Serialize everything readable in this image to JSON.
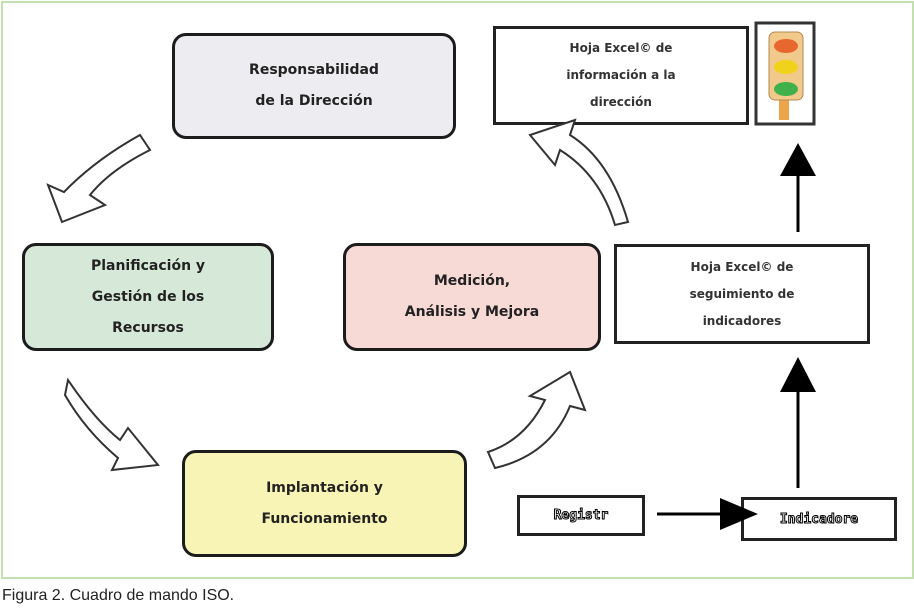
{
  "diagram": {
    "responsabilidad": [
      "Responsabilidad",
      "de la Dirección"
    ],
    "planificacion": [
      "Planificación y",
      "Gestión de los",
      "Recursos"
    ],
    "medicion": [
      "Medición,",
      "Análisis y Mejora"
    ],
    "implantacion": [
      "Implantación y",
      "Funcionamiento"
    ],
    "hoja_informacion": [
      "Hoja Excel© de",
      "información a la",
      "dirección"
    ],
    "hoja_seguimiento": [
      "Hoja Excel© de",
      "seguimiento de",
      "indicadores"
    ],
    "registro": "Registr",
    "indicadores": "Indicadore",
    "colors": {
      "responsabilidad": "#ededf1",
      "planificacion": "#d6e9d9",
      "medicion": "#f7d9d6",
      "implantacion": "#f8f4b6",
      "frame": "#c5e0b0"
    }
  },
  "caption": "Figura 2. Cuadro de mando ISO."
}
